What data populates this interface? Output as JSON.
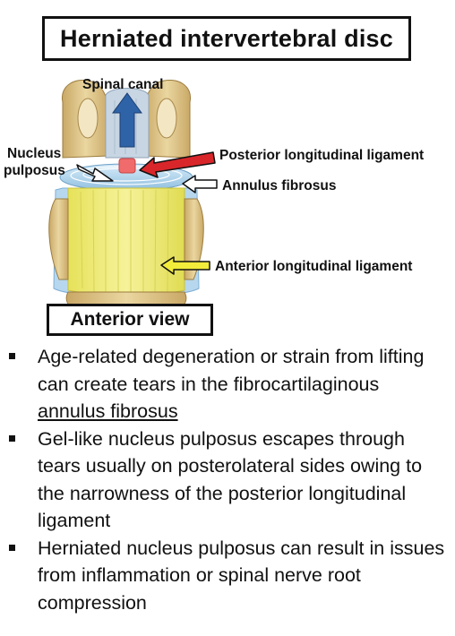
{
  "title": "Herniated intervertebral disc",
  "labels": {
    "spinal_canal": "Spinal canal",
    "nucleus_line1": "Nucleus",
    "nucleus_line2": "pulposus",
    "posterior_ligament": "Posterior longitudinal ligament",
    "annulus": "Annulus fibrosus",
    "anterior_ligament": "Anterior longitudinal ligament"
  },
  "view_label": "Anterior view",
  "bullets": [
    {
      "text_before": "Age-related degeneration or strain from lifting can create tears in the fibrocartilaginous ",
      "underlined": "annulus fibrosus",
      "text_after": ""
    },
    {
      "text_before": "Gel-like nucleus pulposus escapes through tears usually on posterolateral sides owing to the narrowness of the posterior longitudinal ligament",
      "underlined": "",
      "text_after": ""
    },
    {
      "text_before": "Herniated nucleus pulposus can result in issues from inflammation or spinal nerve root compression",
      "underlined": "",
      "text_after": ""
    }
  ],
  "colors": {
    "bone": "#e3c98a",
    "disc": "#f0ec7a",
    "annulus": "#a8cde6",
    "canal_arrow": "#2f63a8",
    "posterior_arrow": "#d9262a",
    "nucleus": "#f06b6b",
    "anterior_arrow": "#f2ec3a"
  }
}
